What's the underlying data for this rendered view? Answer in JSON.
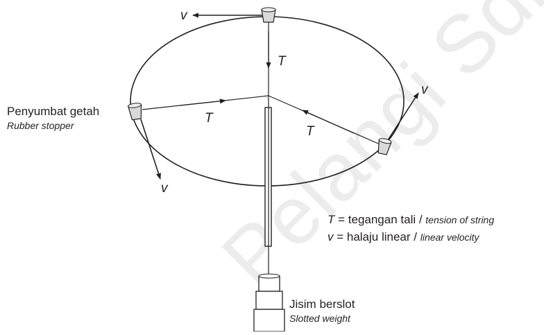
{
  "watermark": "Pelangi Sdn.",
  "symbols": {
    "tension": "T",
    "velocity": "v"
  },
  "stopper": {
    "label_ms": "Penyumbat getah",
    "label_en": "Rubber stopper"
  },
  "weight": {
    "label_ms": "Jisim berslot",
    "label_en": "Slotted weight"
  },
  "legend": {
    "tension_symbol": "T",
    "tension_eq_ms": " = tegangan tali / ",
    "tension_en": "tension of string",
    "velocity_symbol": "v",
    "velocity_eq_ms": " = halaju linear / ",
    "velocity_en": "linear velocity"
  },
  "colors": {
    "ink": "#231f20",
    "stopper_fill": "#d9d9d9",
    "watermark": "#d4d4d4"
  }
}
